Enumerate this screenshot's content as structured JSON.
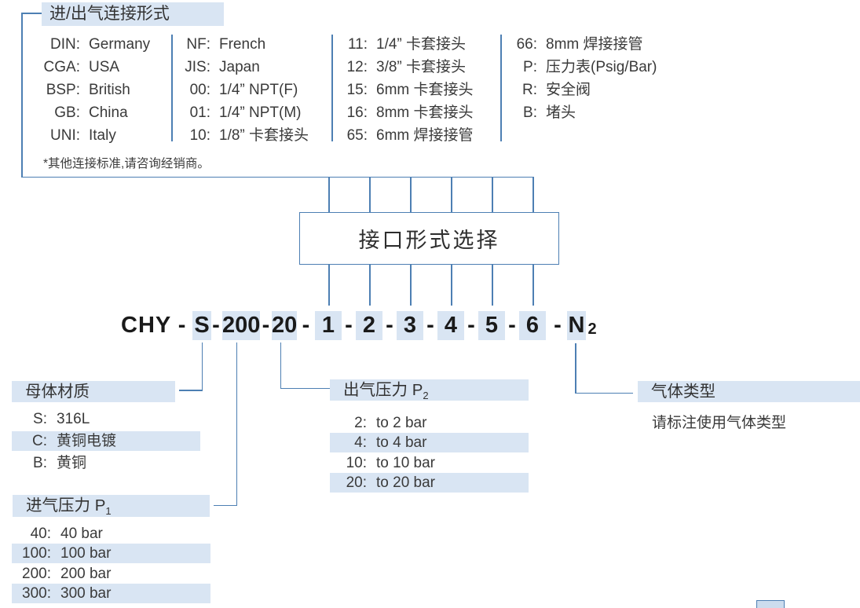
{
  "colors": {
    "highlight": "#d9e5f3",
    "line": "#4d7fb3",
    "text": "#3a3a3a",
    "code_text": "#1a1a1a"
  },
  "connection_table": {
    "title": "进/出气连接形式",
    "note": "*其他连接标准,请咨询经销商。",
    "columns": [
      {
        "items": [
          {
            "code": "DIN:",
            "label": "Germany"
          },
          {
            "code": "CGA:",
            "label": "USA"
          },
          {
            "code": "BSP:",
            "label": "British"
          },
          {
            "code": "GB:",
            "label": "China"
          },
          {
            "code": "UNI:",
            "label": "Italy"
          }
        ]
      },
      {
        "items": [
          {
            "code": "NF:",
            "label": "French"
          },
          {
            "code": "JIS:",
            "label": "Japan"
          },
          {
            "code": "00:",
            "label": "1/4” NPT(F)"
          },
          {
            "code": "01:",
            "label": "1/4” NPT(M)"
          },
          {
            "code": "10:",
            "label": "1/8”  卡套接头"
          }
        ]
      },
      {
        "items": [
          {
            "code": "11:",
            "label": "1/4”  卡套接头"
          },
          {
            "code": "12:",
            "label": "3/8”  卡套接头"
          },
          {
            "code": "15:",
            "label": "6mm 卡套接头"
          },
          {
            "code": "16:",
            "label": "8mm 卡套接头"
          },
          {
            "code": "65:",
            "label": "6mm 焊接接管"
          }
        ]
      },
      {
        "items": [
          {
            "code": "66:",
            "label": "8mm 焊接接管"
          },
          {
            "code": "P:",
            "label": "压力表(Psig/Bar)"
          },
          {
            "code": "R:",
            "label": "安全阀"
          },
          {
            "code": "B:",
            "label": "堵头"
          }
        ]
      }
    ]
  },
  "selector_box": {
    "label": "接口形式选择"
  },
  "model_code": {
    "prefix": "CHY - 1",
    "body_material": "S",
    "inlet_pressure": "200",
    "outlet_pressure": "20",
    "ports": [
      "1",
      "2",
      "3",
      "4",
      "5",
      "6"
    ],
    "gas": "N",
    "gas_sub": "2",
    "hyphen": "-"
  },
  "body_material": {
    "title": "母体材质",
    "items": [
      {
        "code": "S:",
        "label": "316L"
      },
      {
        "code": "C:",
        "label": "黄铜电镀"
      },
      {
        "code": "B:",
        "label": "黄铜"
      }
    ]
  },
  "inlet_pressure": {
    "title": "进气压力 P",
    "title_sub": "1",
    "items": [
      {
        "code": "40:",
        "label": "40 bar"
      },
      {
        "code": "100:",
        "label": "100 bar"
      },
      {
        "code": "200:",
        "label": "200 bar"
      },
      {
        "code": "300:",
        "label": "300 bar"
      }
    ]
  },
  "outlet_pressure": {
    "title": "出气压力 P",
    "title_sub": "2",
    "items": [
      {
        "code": "2:",
        "label": "to 2 bar"
      },
      {
        "code": "4:",
        "label": "to 4 bar"
      },
      {
        "code": "10:",
        "label": "to 10 bar"
      },
      {
        "code": "20:",
        "label": "to 20 bar"
      }
    ]
  },
  "gas_type": {
    "title": "气体类型",
    "note": "请标注使用气体类型"
  }
}
